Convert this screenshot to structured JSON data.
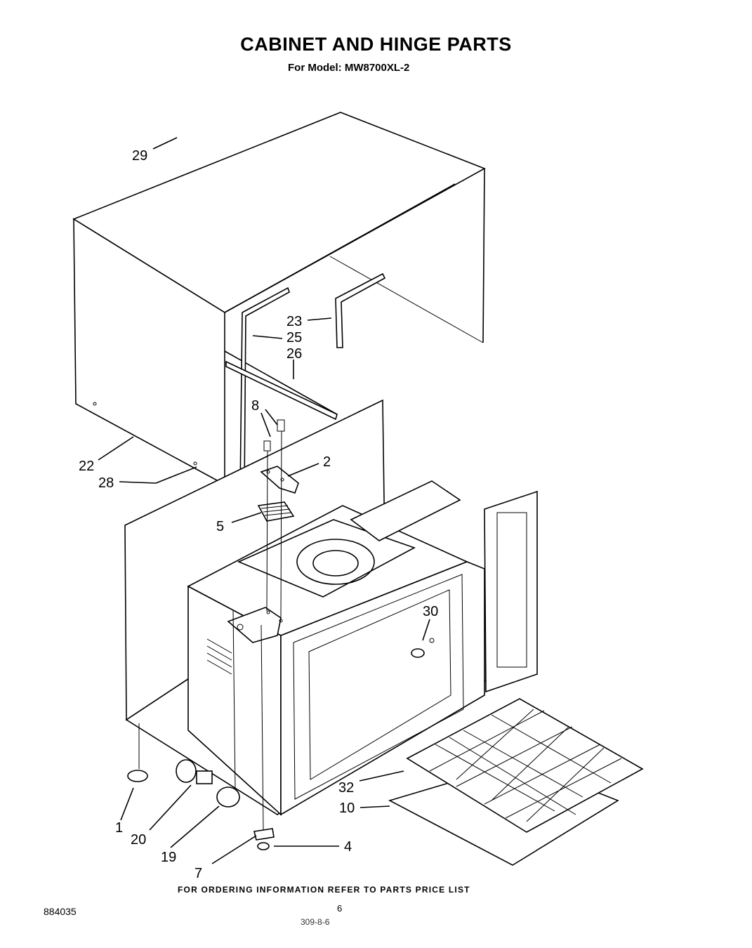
{
  "header": {
    "title": "CABINET AND HINGE  PARTS",
    "subtitle": "For Model: MW8700XL-2"
  },
  "footer": {
    "ordering_note": "FOR ORDERING INFORMATION REFER TO PARTS PRICE LIST",
    "document_number": "884035",
    "page_number": "6",
    "handwritten_note": "309-8-6"
  },
  "callouts": [
    "29",
    "23",
    "25",
    "26",
    "8",
    "2",
    "22",
    "28",
    "5",
    "30",
    "32",
    "10",
    "4",
    "1",
    "20",
    "19",
    "7"
  ]
}
